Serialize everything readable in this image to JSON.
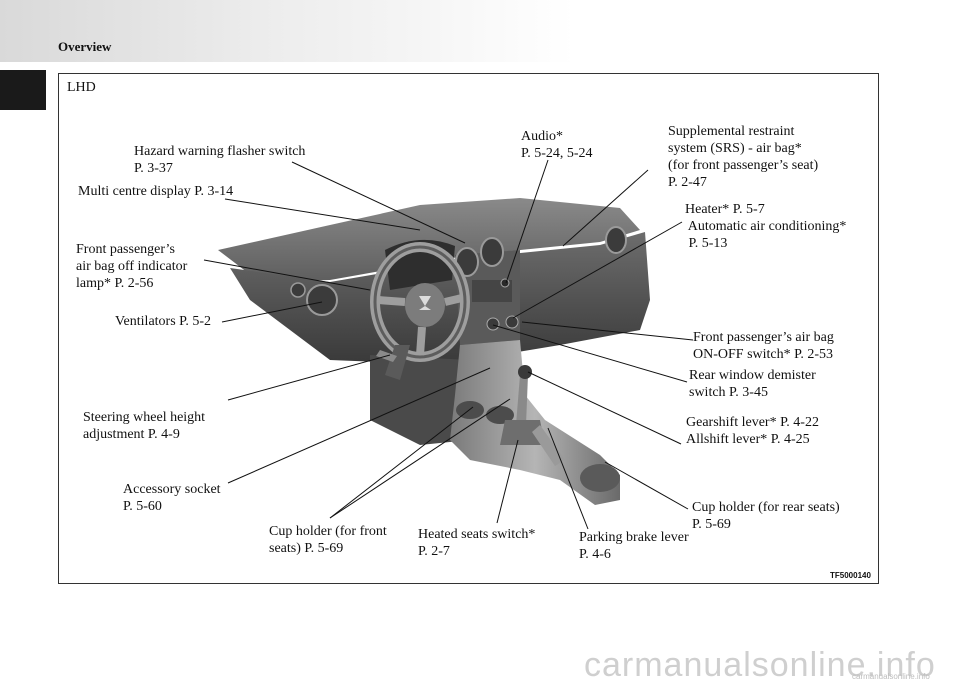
{
  "header": {
    "section_title": "Overview"
  },
  "figure": {
    "drive_label": "LHD",
    "figure_code": "TF5000140",
    "callouts": {
      "hazard": "Hazard warning flasher switch\nP. 3-37",
      "multi_display": "Multi centre display P. 3-14",
      "passenger_airbag_lamp": "Front passenger’s\nair bag off indicator\nlamp* P. 2-56",
      "ventilators": "Ventilators P. 5-2",
      "steering_height": "Steering wheel height\nadjustment P. 4-9",
      "accessory_socket": "Accessory socket\nP. 5-60",
      "cup_front": "Cup holder (for front\nseats) P. 5-69",
      "heated_seats": "Heated seats switch*\nP. 2-7",
      "parking_brake": "Parking brake lever\nP. 4-6",
      "audio": "Audio*\nP. 5-24, 5-24",
      "srs": "Supplemental restraint\nsystem (SRS) - air bag*\n(for front passenger’s seat)\nP. 2-47",
      "heater": "Heater* P. 5-7\n Automatic air conditioning*\n P. 5-13",
      "airbag_switch": "Front passenger’s air bag\nON-OFF switch* P. 2-53",
      "rear_demister": "Rear window demister\nswitch P. 3-45",
      "gearshift": "Gearshift lever* P. 4-22\nAllshift lever* P. 4-25",
      "cup_rear": "Cup holder (for rear seats)\nP. 5-69"
    }
  },
  "footer": {
    "watermark": "carmanualsonline.info",
    "watermark_small": "carmanualsonline.info"
  }
}
